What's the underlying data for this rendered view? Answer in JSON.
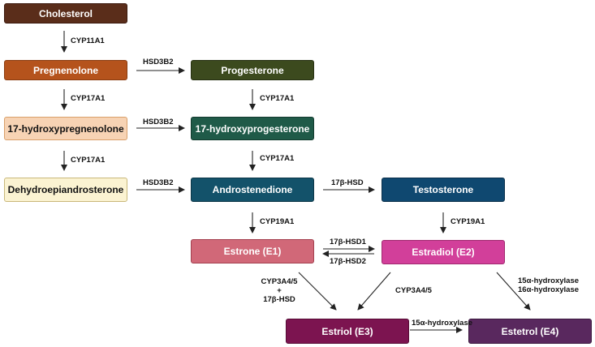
{
  "nodes": {
    "cholesterol": {
      "label": "Cholesterol",
      "fill": "#5a2d1a",
      "border": "#3b1a0e",
      "text": "#ffffff"
    },
    "pregnenolone": {
      "label": "Pregnenolone",
      "fill": "#b5531c",
      "border": "#8a3c10",
      "text": "#ffffff"
    },
    "progesterone": {
      "label": "Progesterone",
      "fill": "#3c4a1e",
      "border": "#263012",
      "text": "#ffffff"
    },
    "hydroxypregnenolone": {
      "label": "17-hydroxypregnenolone",
      "fill": "#f7d3b4",
      "border": "#d9a06a",
      "text": "#111111"
    },
    "hydroxyprogesterone": {
      "label": "17-hydroxyprogesterone",
      "fill": "#1f5a48",
      "border": "#123a2e",
      "text": "#ffffff"
    },
    "dhea": {
      "label": "Dehydroepiandrosterone",
      "fill": "#fbf3d2",
      "border": "#c9b87a",
      "text": "#111111"
    },
    "androstenedione": {
      "label": "Androstenedione",
      "fill": "#13526a",
      "border": "#0b3546",
      "text": "#ffffff"
    },
    "testosterone": {
      "label": "Testosterone",
      "fill": "#0f4870",
      "border": "#0a2f4a",
      "text": "#ffffff"
    },
    "estrone": {
      "label": "Estrone (E1)",
      "fill": "#d16878",
      "border": "#a3404f",
      "text": "#ffffff"
    },
    "estradiol": {
      "label": "Estradiol (E2)",
      "fill": "#d23f9a",
      "border": "#a0286f",
      "text": "#ffffff"
    },
    "estriol": {
      "label": "Estriol (E3)",
      "fill": "#7c1450",
      "border": "#560c36",
      "text": "#ffffff"
    },
    "estetrol": {
      "label": "Estetrol (E4)",
      "fill": "#59285e",
      "border": "#3b1a3f",
      "text": "#ffffff"
    }
  },
  "enzymes": {
    "cyp11a1": "CYP11A1",
    "cyp17a1_1": "CYP17A1",
    "cyp17a1_2": "CYP17A1",
    "cyp17a1_3": "CYP17A1",
    "cyp17a1_4": "CYP17A1",
    "hsd3b2_1": "HSD3B2",
    "hsd3b2_2": "HSD3B2",
    "hsd3b2_3": "HSD3B2",
    "hsd17b": "17β-HSD",
    "cyp19a1_1": "CYP19A1",
    "cyp19a1_2": "CYP19A1",
    "hsd17b1": "17β-HSD1",
    "hsd17b2": "17β-HSD2",
    "cyp3a45_left": [
      "CYP3A4/5",
      "+",
      "17β-HSD"
    ],
    "cyp3a45_right": "CYP3A4/5",
    "hydroxylase_e2": [
      "15α-hydroxylase",
      "16α-hydroxylase"
    ],
    "hydroxylase_e3": "15α-hydroxylase"
  }
}
